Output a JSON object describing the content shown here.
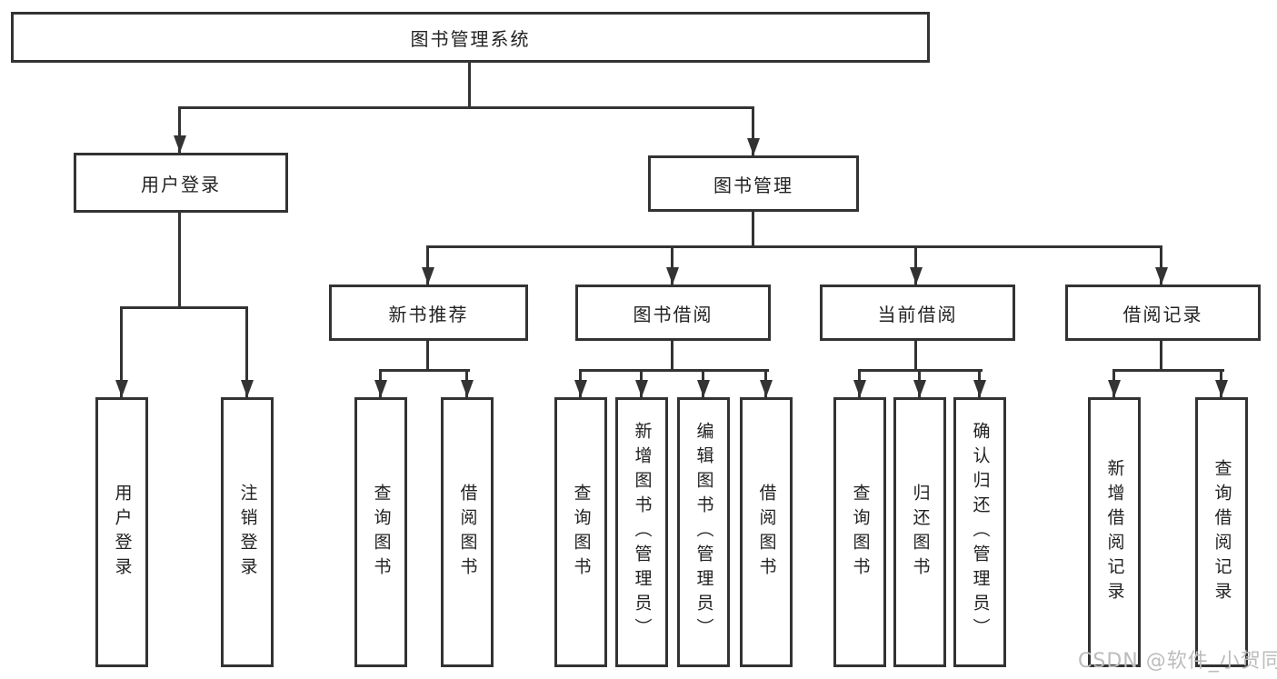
{
  "diagram": {
    "root": "图书管理系统",
    "level2": {
      "user_login": "用户登录",
      "book_management": "图书管理"
    },
    "level3": {
      "new_book_recommend": "新书推荐",
      "book_borrow": "图书借阅",
      "current_borrow": "当前借阅",
      "borrow_records": "借阅记录"
    },
    "leaves": {
      "user_login": [
        "用户登录",
        "注销登录"
      ],
      "new_book_recommend": [
        "查询图书",
        "借阅图书"
      ],
      "book_borrow": [
        "查询图书",
        "新增图书（管理员）",
        "编辑图书（管理员）",
        "借阅图书"
      ],
      "current_borrow": [
        "查询图书",
        "归还图书",
        "确认归还（管理员）"
      ],
      "borrow_records": [
        "新增借阅记录",
        "查询借阅记录"
      ]
    },
    "colors": {
      "line": "#333333",
      "text": "#222222",
      "box_fill": "#ffffff",
      "watermark": "#bcbcbc",
      "background": "#ffffff"
    }
  },
  "watermark": {
    "text": "CSDN @软件_小贺同学"
  }
}
